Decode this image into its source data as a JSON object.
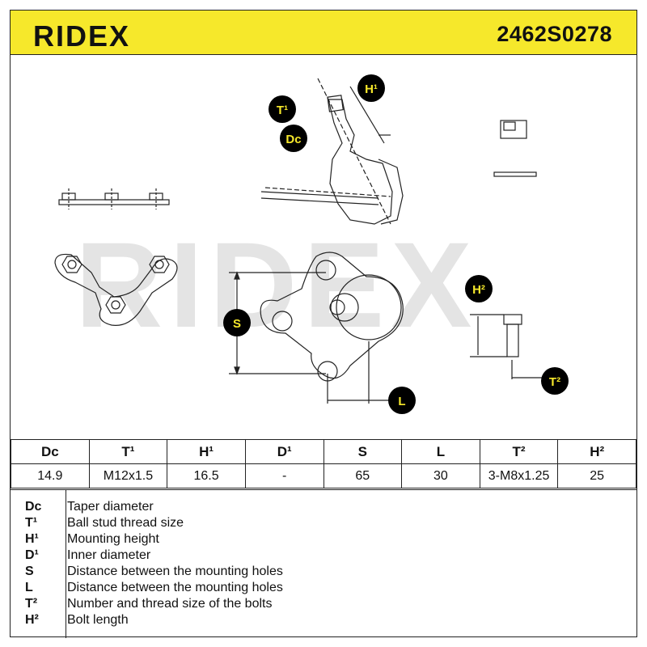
{
  "header": {
    "brand": "RIDEX",
    "part_number": "2462S0278",
    "colors": {
      "accent": "#f6e82b",
      "badge": "#000000",
      "badge_text": "#f6e82b"
    }
  },
  "drawing": {
    "watermark": "RIDEX",
    "labels": {
      "dc": "Dc",
      "t1": "T¹",
      "h1": "H¹",
      "s": "S",
      "l": "L",
      "h2": "H²",
      "t2": "T²"
    }
  },
  "table": {
    "headers": [
      "Dc",
      "T¹",
      "H¹",
      "D¹",
      "S",
      "L",
      "T²",
      "H²"
    ],
    "values": [
      "14.9",
      "M12x1.5",
      "16.5",
      "-",
      "65",
      "30",
      "3-M8x1.25",
      "25"
    ]
  },
  "legend": [
    {
      "code": "Dc",
      "desc": "Taper diameter"
    },
    {
      "code": "T¹",
      "desc": "Ball stud thread size"
    },
    {
      "code": "H¹",
      "desc": "Mounting height"
    },
    {
      "code": "D¹",
      "desc": "Inner diameter"
    },
    {
      "code": "S",
      "desc": "Distance between the mounting holes"
    },
    {
      "code": "L",
      "desc": "Distance between the mounting holes"
    },
    {
      "code": "T²",
      "desc": "Number and thread size of the bolts"
    },
    {
      "code": "H²",
      "desc": "Bolt length"
    }
  ]
}
